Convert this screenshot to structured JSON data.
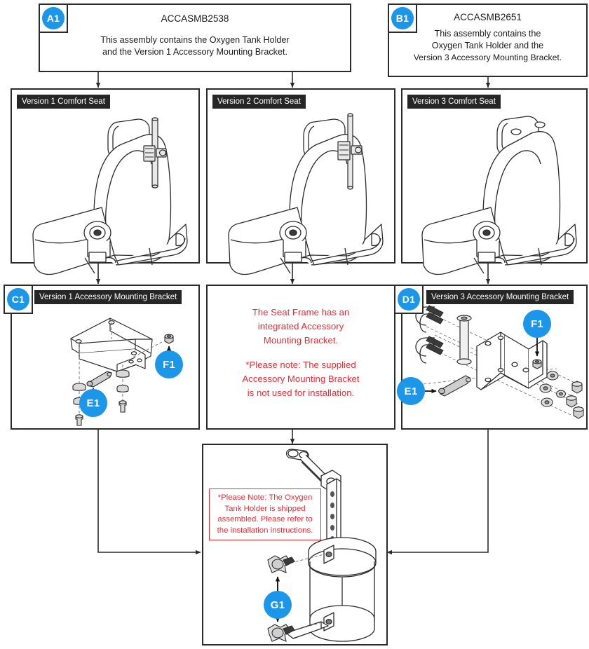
{
  "diagram": {
    "title_a": "ACCASMB2538",
    "title_b": "ACCASMB2651"
  },
  "panels": {
    "a1": {
      "badge": "A1",
      "part_number": "ACCASMB2538",
      "line1": "This assembly contains the Oxygen Tank Holder",
      "line2": "and the Version 1 Accessory Mounting Bracket."
    },
    "b1": {
      "badge": "B1",
      "part_number": "ACCASMB2651",
      "line1": "This assembly contains the",
      "line2": "Oxygen Tank Holder and the",
      "line3": "Version 3 Accessory Mounting Bracket."
    },
    "seat1": {
      "header": "Version 1 Comfort Seat"
    },
    "seat2": {
      "header": "Version 2 Comfort Seat"
    },
    "seat3": {
      "header": "Version 3 Comfort Seat"
    },
    "c1": {
      "badge": "C1",
      "header": "Version 1 Accessory Mounting Bracket",
      "callout_e": "E1",
      "callout_f": "F1"
    },
    "d1": {
      "badge": "D1",
      "header": "Version 3 Accessory Mounting Bracket",
      "callout_e": "E1",
      "callout_f": "F1"
    },
    "note_middle": {
      "line1": "The Seat Frame has an",
      "line2": "integrated Accessory",
      "line3": "Mounting Bracket.",
      "line4": "*Please note: The supplied",
      "line5": "Accessory Mounting Bracket",
      "line6": "is not used for installation."
    },
    "g1": {
      "badge": "G1",
      "note_line1": "*Please Note: The Oxygen",
      "note_line2": "Tank Holder is shipped",
      "note_line3": "assembled. Please refer to",
      "note_line4": "the installation instructions."
    }
  },
  "colors": {
    "badge_blue": "#1b96e8",
    "note_red": "#ee2a34",
    "header_bar": "#262626",
    "border": "#2b2b2b"
  }
}
